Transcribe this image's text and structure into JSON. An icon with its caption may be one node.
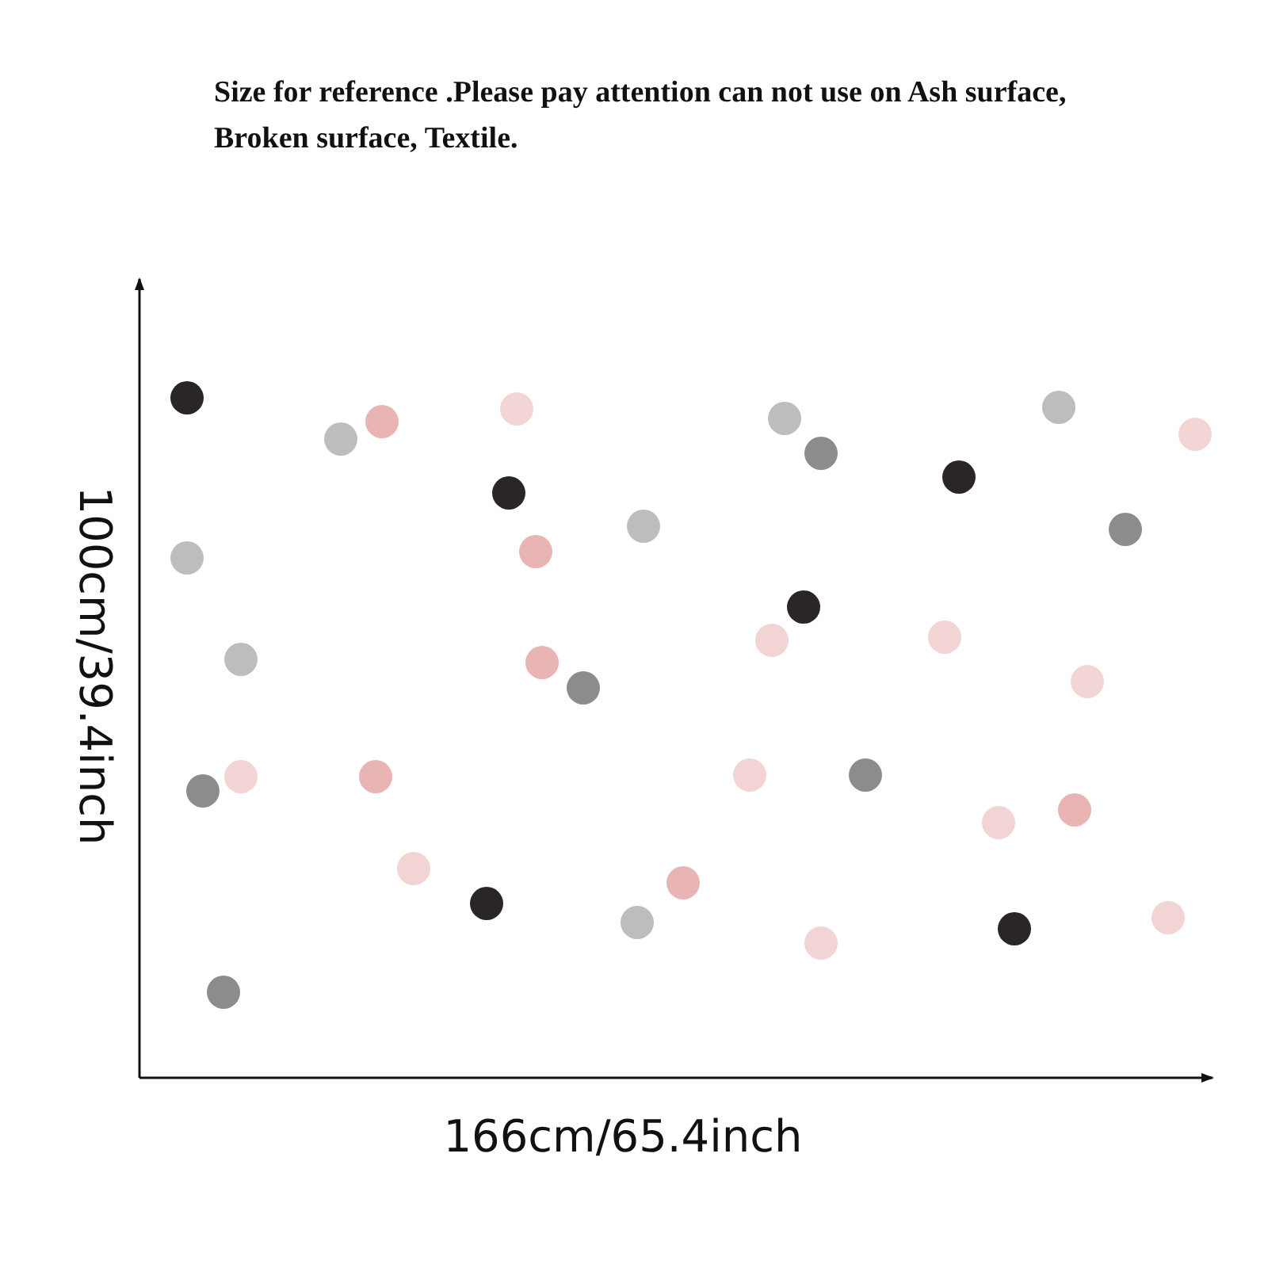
{
  "diagram": {
    "labels": [
      "Size for reference .Please pay attention can not use on Ash surface, Broken surface, Textile.",
      "100cm/39.4inch",
      "166cm/65.4inch"
    ]
  }
}
